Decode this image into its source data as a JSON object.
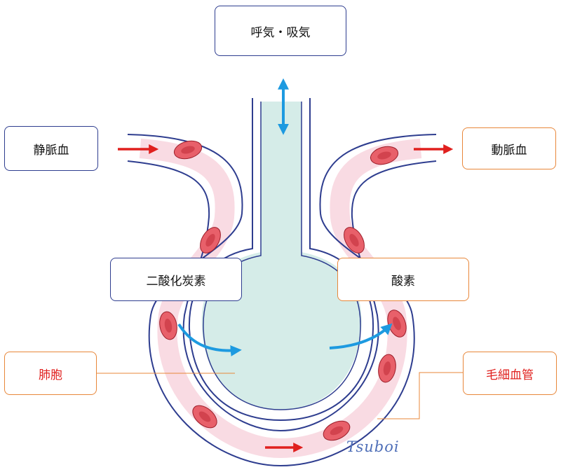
{
  "labels": {
    "breathing": "呼気・吸気",
    "venous_blood": "静脈血",
    "arterial_blood": "動脈血",
    "carbon_dioxide": "二酸化炭素",
    "oxygen": "酸素",
    "alveolus": "肺胞",
    "capillary": "毛細血管"
  },
  "signature": "Tsuboi",
  "colors": {
    "vessel_outline": "#2e3d8f",
    "blood_fill": "#f9dbe3",
    "alveolus_fill": "#d5ece8",
    "gas_arrow": "#1d9ae0",
    "flow_arrow": "#e0201e",
    "cell_fill": "#e8606a",
    "leader_line": "#e8873a"
  }
}
